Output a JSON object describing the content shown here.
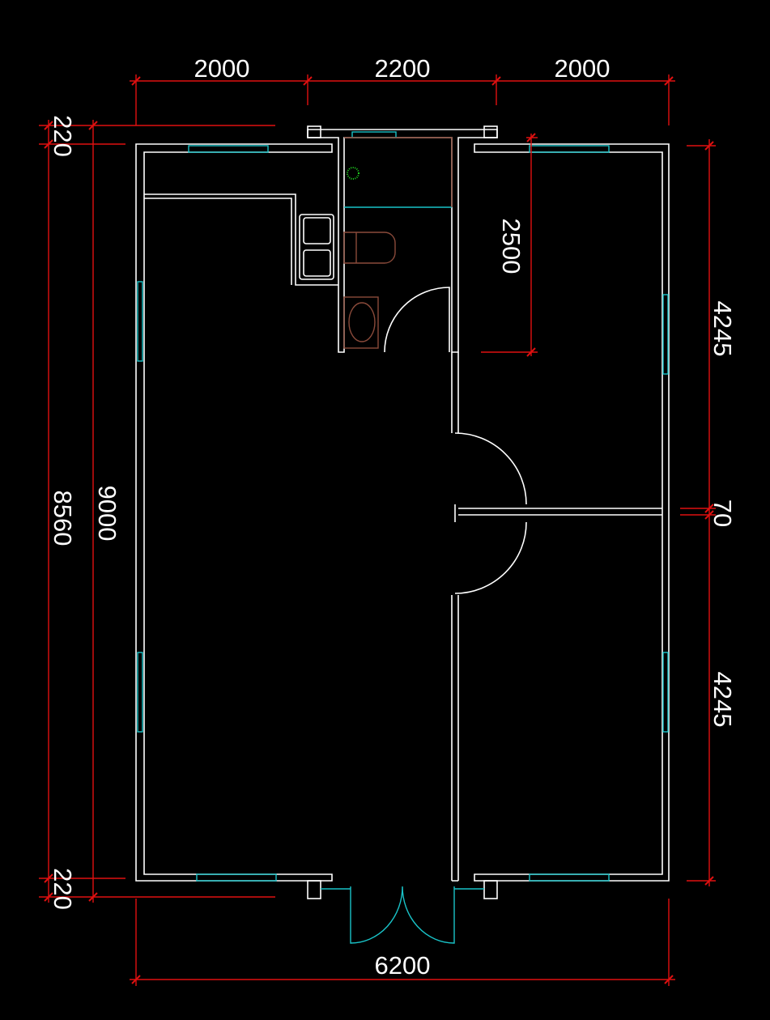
{
  "dimensions": {
    "top": [
      "2000",
      "2200",
      "2000"
    ],
    "bottom": "6200",
    "left_outer": "8560",
    "left_inner": "9000",
    "left_top": "220",
    "left_bottom": "220",
    "right": [
      "4245",
      "70",
      "4245"
    ],
    "inner": "2500"
  },
  "colors": {
    "wall": "#ffffff",
    "window": "#19c3c8",
    "dimension": "#e01010",
    "fixture": "#8a4a3a",
    "plant": "#22dd22"
  }
}
